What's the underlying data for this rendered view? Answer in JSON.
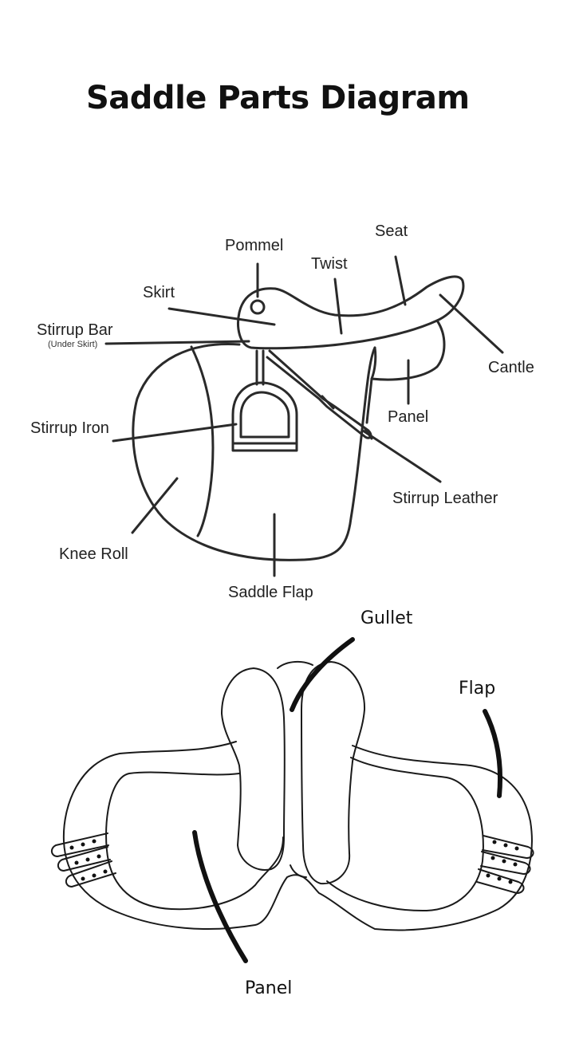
{
  "title": "Saddle Parts Diagram",
  "side_view": {
    "labels": {
      "pommel": "Pommel",
      "seat": "Seat",
      "twist": "Twist",
      "skirt": "Skirt",
      "stirrup_bar": "Stirrup Bar",
      "stirrup_bar_note": "(Under Skirt)",
      "cantle": "Cantle",
      "panel": "Panel",
      "stirrup_iron": "Stirrup Iron",
      "stirrup_leather": "Stirrup Leather",
      "knee_roll": "Knee Roll",
      "saddle_flap": "Saddle Flap"
    }
  },
  "underside_view": {
    "labels": {
      "gullet": "Gullet",
      "flap": "Flap",
      "panel": "Panel"
    }
  }
}
